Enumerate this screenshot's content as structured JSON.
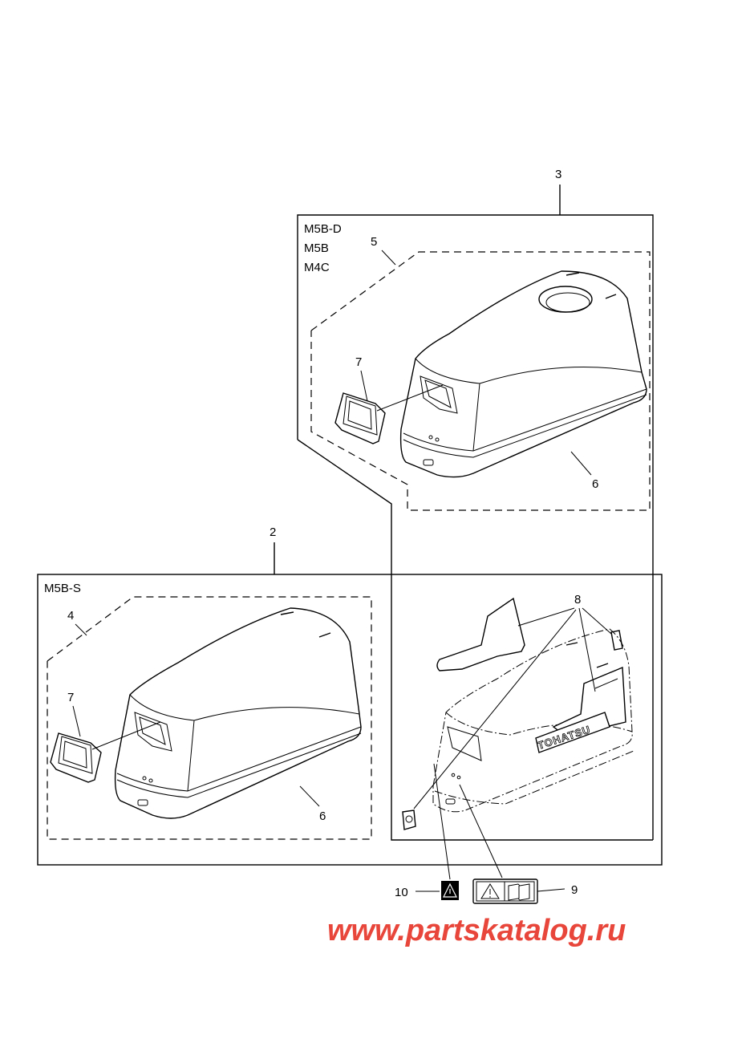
{
  "callouts": {
    "c2": "2",
    "c3": "3",
    "c4": "4",
    "c5": "5",
    "c6a": "6",
    "c6b": "6",
    "c7a": "7",
    "c7b": "7",
    "c8": "8",
    "c9": "9",
    "c10": "10"
  },
  "models": {
    "upper": [
      "M5B-D",
      "M5B",
      "M4C"
    ],
    "lower": "M5B-S"
  },
  "cover_brand": "TOHATSU",
  "watermark": "www.partskatalog.ru",
  "colors": {
    "line": "#000000",
    "background": "#ffffff",
    "watermark": "#e8463a"
  }
}
